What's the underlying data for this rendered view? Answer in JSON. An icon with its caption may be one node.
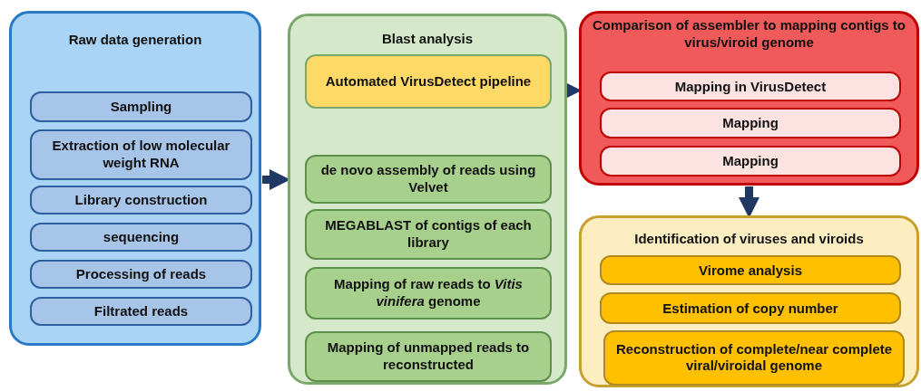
{
  "diagram": {
    "nodes": [
      {
        "text": [
          "Raw data generation"
        ]
      },
      {
        "text": [
          "Sampling"
        ],
        "in": 0
      },
      {
        "text": [
          "Extraction of low molecular weight RNA"
        ],
        "in": 0
      },
      {
        "text": [
          "Library construction"
        ],
        "in": 0
      },
      {
        "text": [
          "sequencing"
        ],
        "in": 0
      },
      {
        "text": [
          "Processing of reads"
        ],
        "in": 0
      },
      {
        "text": [
          "Filtrated reads"
        ],
        "in": 0
      },
      {
        "text": [
          "Blast analysis"
        ]
      },
      {
        "text": [
          "Automated VirusDetect pipeline"
        ],
        "in": 7
      },
      {
        "text": [
          "de novo assembly of reads using Velvet"
        ],
        "in": 7
      },
      {
        "text": [
          "MEGABLAST of contigs of each library"
        ],
        "in": 7
      },
      {
        "text": [
          "Mapping of raw reads to *Vitis vinifera* genome"
        ],
        "in": 7
      },
      {
        "text": [
          "Mapping of unmapped reads to reconstructed"
        ],
        "in": 7
      },
      {
        "text": [
          "Comparison of assembler to mapping contigs to virus/viroid genome"
        ]
      },
      {
        "text": [
          "Mapping in VirusDetect"
        ],
        "in": 13
      },
      {
        "text": [
          "Mapping"
        ],
        "in": 13
      },
      {
        "text": [
          "Mapping"
        ],
        "in": 13
      },
      {
        "text": [
          "Identification of viruses and viroids"
        ]
      },
      {
        "text": [
          "Virome analysis"
        ],
        "in": 17
      },
      {
        "text": [
          "Estimation of copy number"
        ],
        "in": 17
      },
      {
        "text": [
          "Reconstruction of complete/near complete viral/viroidal genome"
        ],
        "in": 17
      }
    ],
    "edges": [
      {
        "from": 0,
        "to": 7,
        "arrow": "to"
      },
      {
        "from": 7,
        "to": 13,
        "arrow": "to"
      },
      {
        "from": 13,
        "to": 17,
        "arrow": "to"
      }
    ]
  }
}
